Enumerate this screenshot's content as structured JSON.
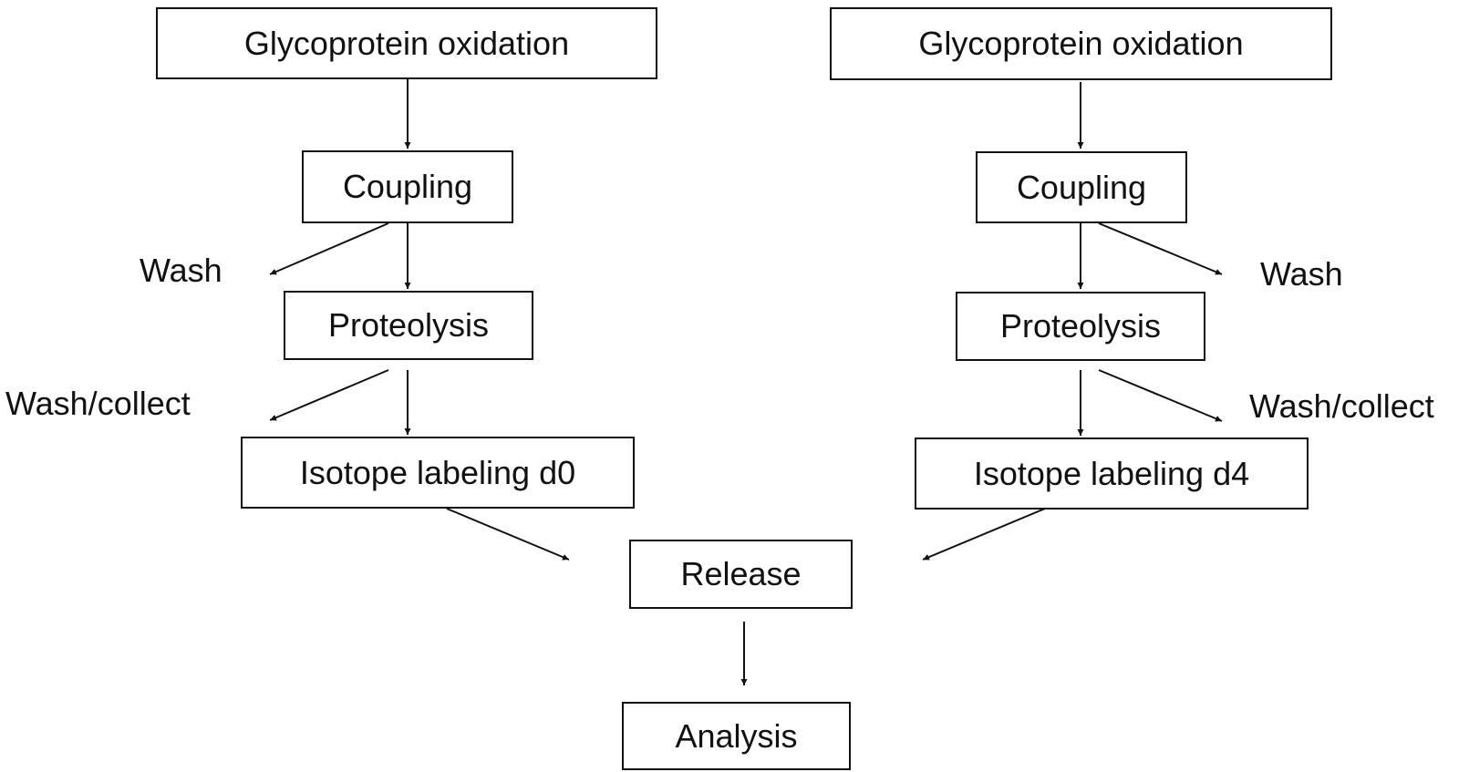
{
  "left_branch": {
    "oxidation": "Glycoprotein oxidation",
    "coupling": "Coupling",
    "wash": "Wash",
    "proteolysis": "Proteolysis",
    "wash_collect": "Wash/collect",
    "labeling": "Isotope labeling d0"
  },
  "right_branch": {
    "oxidation": "Glycoprotein oxidation",
    "coupling": "Coupling",
    "wash": "Wash",
    "proteolysis": "Proteolysis",
    "wash_collect": "Wash/collect",
    "labeling": "Isotope labeling d4"
  },
  "merge": {
    "release": "Release",
    "analysis": "Analysis"
  }
}
